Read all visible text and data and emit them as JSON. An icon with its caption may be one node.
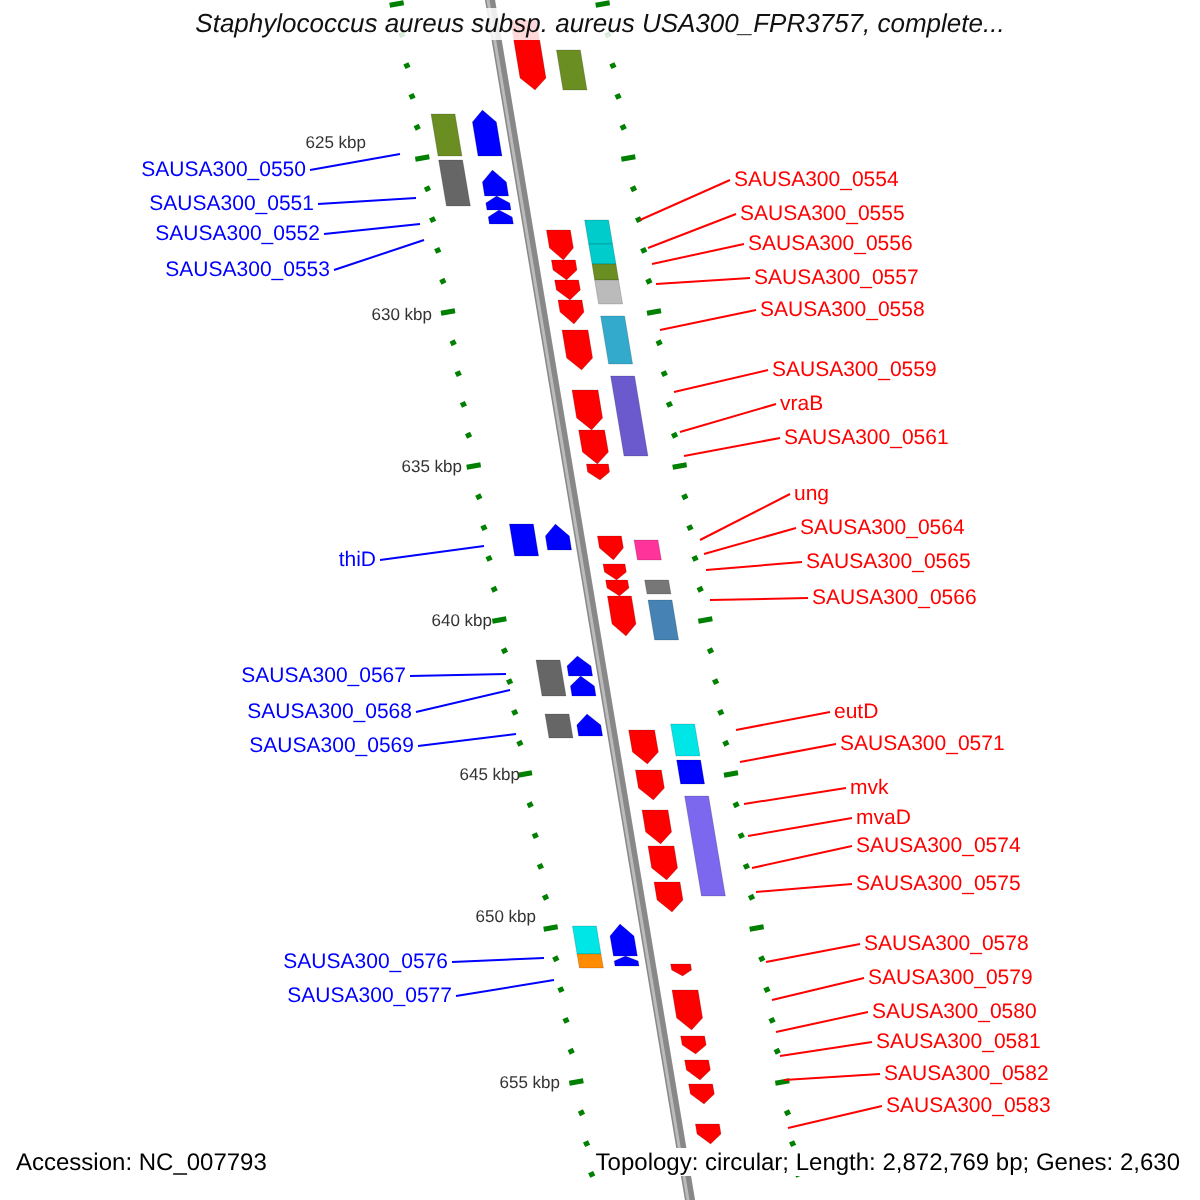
{
  "diagram": {
    "title": "Staphylococcus aureus subsp. aureus USA300_FPR3757, complete...",
    "nodes": [
      {
        "text": [
          "SAUSA300_0550"
        ]
      },
      {
        "text": [
          "SAUSA300_0554"
        ]
      },
      {
        "text": [
          "SAUSA300_0551"
        ]
      },
      {
        "text": [
          "SAUSA300_0555"
        ]
      },
      {
        "text": [
          "SAUSA300_0552"
        ]
      },
      {
        "text": [
          "SAUSA300_0556"
        ]
      },
      {
        "text": [
          "SAUSA300_0553"
        ]
      },
      {
        "text": [
          "SAUSA300_0557"
        ]
      },
      {
        "text": [
          "SAUSA300_0558"
        ]
      },
      {
        "text": [
          "SAUSA300_0559"
        ]
      },
      {
        "text": [
          "vraB"
        ]
      },
      {
        "text": [
          "SAUSA300_0561"
        ]
      },
      {
        "text": [
          "ung"
        ]
      },
      {
        "text": [
          "SAUSA300_0564"
        ]
      },
      {
        "text": [
          "thiD"
        ]
      },
      {
        "text": [
          "SAUSA300_0565"
        ]
      },
      {
        "text": [
          "SAUSA300_0566"
        ]
      },
      {
        "text": [
          "SAUSA300_0567"
        ]
      },
      {
        "text": [
          "SAUSA300_0568"
        ]
      },
      {
        "text": [
          "eutD"
        ]
      },
      {
        "text": [
          "SAUSA300_0571"
        ]
      },
      {
        "text": [
          "SAUSA300_0569"
        ]
      },
      {
        "text": [
          "mvk"
        ]
      },
      {
        "text": [
          "mvaD"
        ]
      },
      {
        "text": [
          "SAUSA300_0574"
        ]
      },
      {
        "text": [
          "SAUSA300_0575"
        ]
      },
      {
        "text": [
          "SAUSA300_0578"
        ]
      },
      {
        "text": [
          "SAUSA300_0576"
        ]
      },
      {
        "text": [
          "SAUSA300_0579"
        ]
      },
      {
        "text": [
          "SAUSA300_0577"
        ]
      },
      {
        "text": [
          "SAUSA300_0580"
        ]
      },
      {
        "text": [
          "SAUSA300_0581"
        ]
      },
      {
        "text": [
          "SAUSA300_0582"
        ]
      },
      {
        "text": [
          "SAUSA300_0583"
        ]
      }
    ],
    "edges": [
      {
        "from": 0,
        "to": null,
        "arrow": "none",
        "color": "#0000ff"
      },
      {
        "from": 1,
        "to": null,
        "arrow": "none"
      },
      {
        "from": 2,
        "to": null,
        "arrow": "none",
        "color": "#0000ff"
      },
      {
        "from": 3,
        "to": null,
        "arrow": "none"
      },
      {
        "from": 4,
        "to": null,
        "arrow": "none",
        "color": "#0000ff"
      },
      {
        "from": 5,
        "to": null,
        "arrow": "none"
      },
      {
        "from": 6,
        "to": null,
        "arrow": "none",
        "color": "#0000ff"
      },
      {
        "from": 7,
        "to": null,
        "arrow": "none"
      },
      {
        "from": 8,
        "to": null,
        "arrow": "none"
      },
      {
        "from": 9,
        "to": null,
        "arrow": "none"
      },
      {
        "from": 10,
        "to": null,
        "arrow": "none"
      },
      {
        "from": 11,
        "to": null,
        "arrow": "none"
      },
      {
        "from": 12,
        "to": null,
        "arrow": "none"
      },
      {
        "from": 13,
        "to": null,
        "arrow": "none"
      },
      {
        "from": 14,
        "to": null,
        "arrow": "none",
        "color": "#0000ff"
      },
      {
        "from": 15,
        "to": null,
        "arrow": "none"
      },
      {
        "from": 16,
        "to": null,
        "arrow": "none"
      },
      {
        "from": 17,
        "to": null,
        "arrow": "none",
        "color": "#0000ff"
      },
      {
        "from": 18,
        "to": null,
        "arrow": "none",
        "color": "#0000ff"
      },
      {
        "from": 19,
        "to": null,
        "arrow": "none"
      },
      {
        "from": 20,
        "to": null,
        "arrow": "none"
      },
      {
        "from": 21,
        "to": null,
        "arrow": "none",
        "color": "#0000ff"
      },
      {
        "from": 22,
        "to": null,
        "arrow": "none"
      },
      {
        "from": 23,
        "to": null,
        "arrow": "none"
      },
      {
        "from": 24,
        "to": null,
        "arrow": "none"
      },
      {
        "from": 25,
        "to": null,
        "arrow": "none"
      },
      {
        "from": 26,
        "to": null,
        "arrow": "none"
      },
      {
        "from": 27,
        "to": null,
        "arrow": "none",
        "color": "#0000ff"
      },
      {
        "from": 28,
        "to": null,
        "arrow": "none"
      },
      {
        "from": 29,
        "to": null,
        "arrow": "none",
        "color": "#0000ff"
      },
      {
        "from": 30,
        "to": null,
        "arrow": "none"
      },
      {
        "from": 31,
        "to": null,
        "arrow": "none"
      },
      {
        "from": 32,
        "to": null,
        "arrow": "none"
      },
      {
        "from": 33,
        "to": null,
        "arrow": "none"
      }
    ],
    "labels": [
      "625 kbp",
      "630 kbp",
      "635 kbp",
      "640 kbp",
      "645 kbp",
      "650 kbp",
      "655 kbp",
      "Accession: NC_007793",
      "Topology: circular; Length: 2,872,769 bp; Genes: 2,630"
    ]
  }
}
